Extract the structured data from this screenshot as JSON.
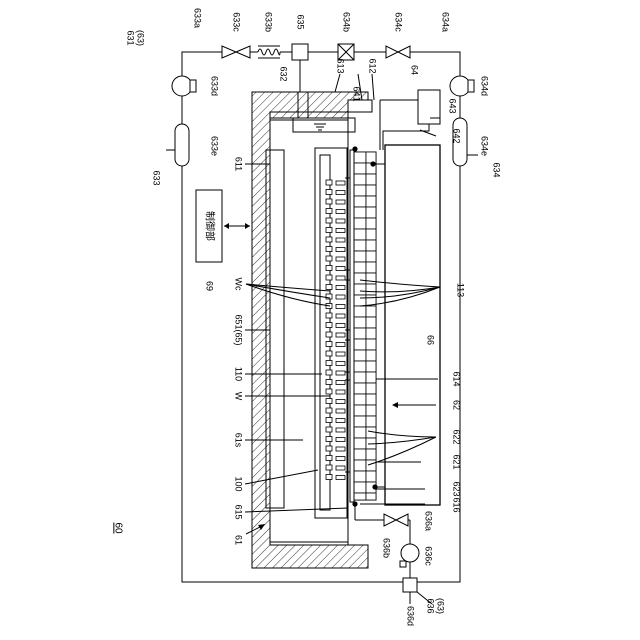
{
  "figure": {
    "ref_main": "60",
    "control_text": "制御部",
    "labels": [
      {
        "id": "631",
        "text": "631"
      },
      {
        "id": "63a",
        "text": "(63)"
      },
      {
        "id": "633a",
        "text": "633a"
      },
      {
        "id": "633c",
        "text": "633c"
      },
      {
        "id": "633b",
        "text": "633b"
      },
      {
        "id": "635",
        "text": "635"
      },
      {
        "id": "634b",
        "text": "634b"
      },
      {
        "id": "634c",
        "text": "634c"
      },
      {
        "id": "634a",
        "text": "634a"
      },
      {
        "id": "633d",
        "text": "633d"
      },
      {
        "id": "634d",
        "text": "634d"
      },
      {
        "id": "632",
        "text": "632"
      },
      {
        "id": "613",
        "text": "613"
      },
      {
        "id": "612",
        "text": "612"
      },
      {
        "id": "64",
        "text": "64"
      },
      {
        "id": "643",
        "text": "643"
      },
      {
        "id": "641",
        "text": "641"
      },
      {
        "id": "642",
        "text": "642"
      },
      {
        "id": "633e",
        "text": "633e"
      },
      {
        "id": "634e",
        "text": "634e"
      },
      {
        "id": "633",
        "text": "633"
      },
      {
        "id": "634",
        "text": "634"
      },
      {
        "id": "611",
        "text": "611"
      },
      {
        "id": "69",
        "text": "69"
      },
      {
        "id": "Wc",
        "text": "Wc"
      },
      {
        "id": "113",
        "text": "113"
      },
      {
        "id": "651",
        "text": "651(65)"
      },
      {
        "id": "66",
        "text": "66"
      },
      {
        "id": "110",
        "text": "110"
      },
      {
        "id": "614",
        "text": "614"
      },
      {
        "id": "W",
        "text": "W"
      },
      {
        "id": "62",
        "text": "62"
      },
      {
        "id": "61s",
        "text": "61s"
      },
      {
        "id": "621",
        "text": "621"
      },
      {
        "id": "622",
        "text": "622"
      },
      {
        "id": "100",
        "text": "100"
      },
      {
        "id": "623",
        "text": "623"
      },
      {
        "id": "615",
        "text": "615"
      },
      {
        "id": "616",
        "text": "616"
      },
      {
        "id": "636a",
        "text": "636a"
      },
      {
        "id": "61",
        "text": "61"
      },
      {
        "id": "636b",
        "text": "636b"
      },
      {
        "id": "636c",
        "text": "636c"
      },
      {
        "id": "636d",
        "text": "636d"
      },
      {
        "id": "636",
        "text": "636"
      },
      {
        "id": "63b",
        "text": "(63)"
      }
    ]
  }
}
